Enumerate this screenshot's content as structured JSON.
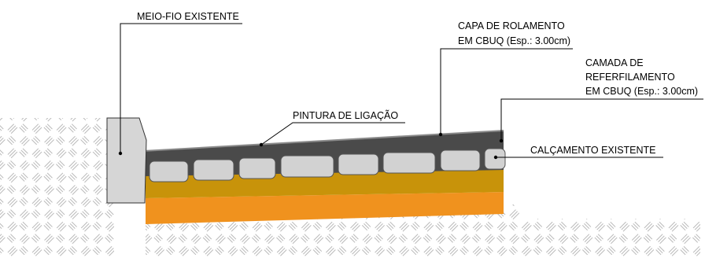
{
  "labels": {
    "meio_fio": "MEIO-FIO EXISTENTE",
    "capa_line1": "CAPA DE ROLAMENTO",
    "capa_line2": "EM CBUQ (Esp.: 3.00cm)",
    "camada_line1": "CAMADA DE",
    "camada_line2": "REFERFILAMENTO",
    "camada_line3": "EM CBUQ (Esp.: 3.00cm)",
    "pintura": "PINTURA DE LIGAÇÃO",
    "calcamento": "CALÇAMENTO EXISTENTE"
  },
  "colors": {
    "curb": "#d6d6d6",
    "asphalt": "#4a4a4a",
    "asphalt_top": "#8a8a8a",
    "paver": "#d2d2d2",
    "bedding": "#c8930a",
    "subbase": "#f0921e",
    "soil_hatch": "#b9b9b9",
    "leader": "#000000"
  }
}
